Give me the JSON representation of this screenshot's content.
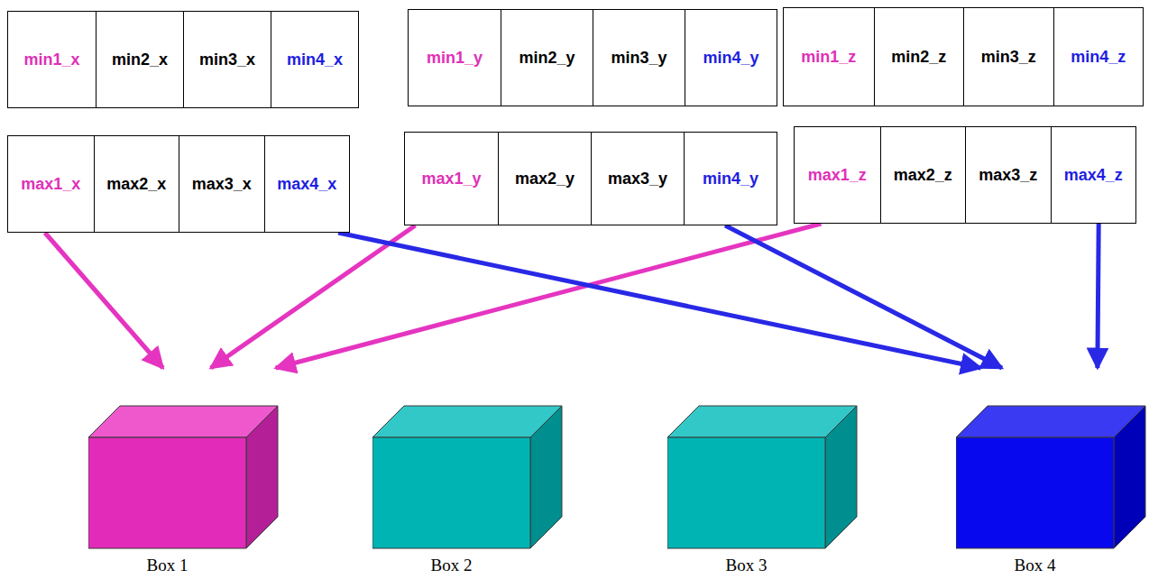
{
  "diagram": {
    "nodes": [
      {
        "text": [
          "min1_x",
          "min2_x",
          "min3_x",
          "min4_x"
        ]
      },
      {
        "text": [
          "min1_y",
          "min2_y",
          "min3_y",
          "min4_y"
        ]
      },
      {
        "text": [
          "min1_z",
          "min2_z",
          "min3_z",
          "min4_z"
        ]
      },
      {
        "text": [
          "max1_x",
          "max2_x",
          "max3_x",
          "max4_x"
        ]
      },
      {
        "text": [
          "max1_y",
          "max2_y",
          "max3_y",
          "min4_y"
        ]
      },
      {
        "text": [
          "max1_z",
          "max2_z",
          "max3_z",
          "max4_z"
        ]
      },
      {
        "text": [
          "Box 1"
        ]
      },
      {
        "text": [
          "Box 2"
        ]
      },
      {
        "text": [
          "Box 3"
        ]
      },
      {
        "text": [
          "Box 4"
        ]
      }
    ],
    "edges": [
      {
        "from": 3,
        "to": 6,
        "arrow": "to"
      },
      {
        "from": 4,
        "to": 6,
        "arrow": "to"
      },
      {
        "from": 5,
        "to": 6,
        "arrow": "to"
      },
      {
        "from": 3,
        "to": 9,
        "arrow": "to"
      },
      {
        "from": 4,
        "to": 9,
        "arrow": "to"
      },
      {
        "from": 5,
        "to": 9,
        "arrow": "to"
      }
    ]
  }
}
